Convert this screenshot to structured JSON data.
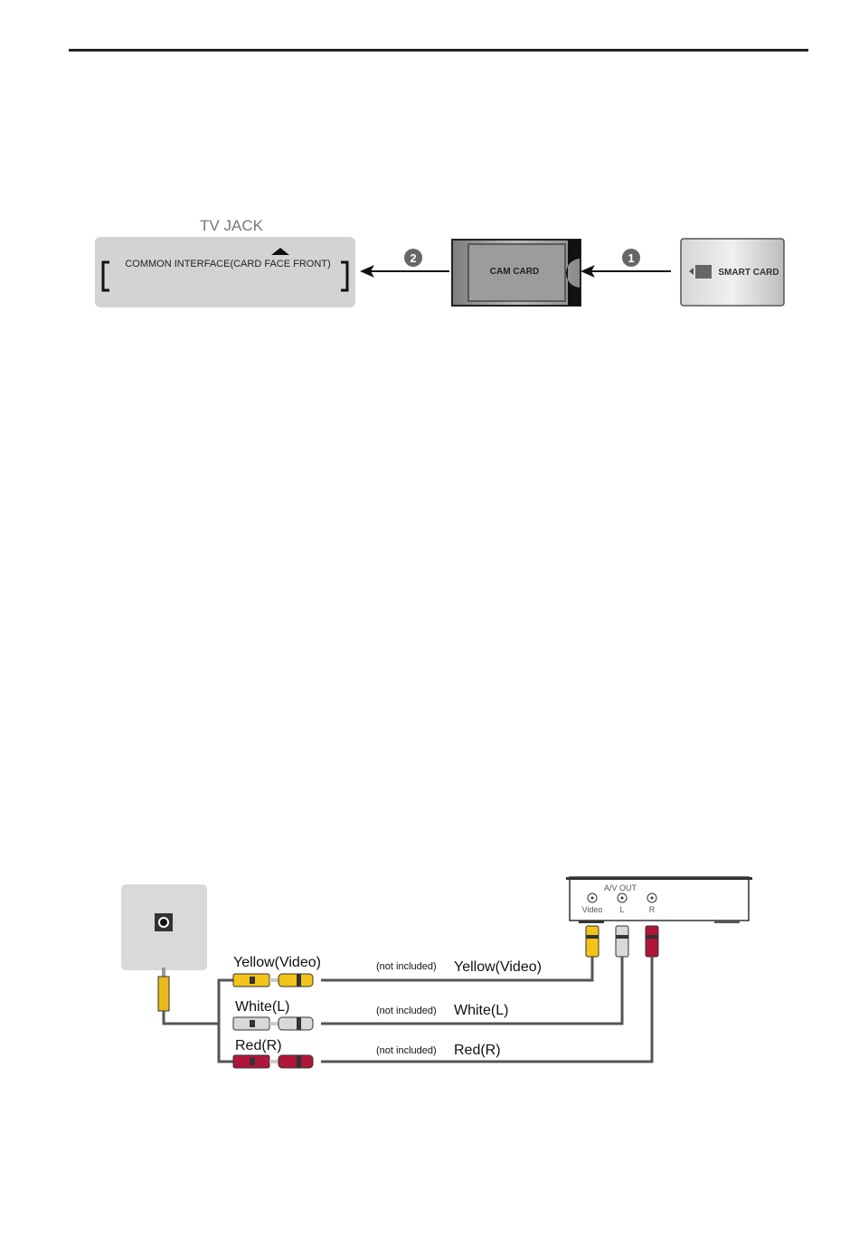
{
  "cam_diagram": {
    "tv_jack_title": "TV JACK",
    "slot_label": "COMMON INTERFACE(CARD FACE FRONT)",
    "step_2": "2",
    "step_1": "1",
    "cam_card_label": "CAM CARD",
    "smart_card_label": "SMART CARD"
  },
  "av_diagram": {
    "device_port_label": "A/V OUT",
    "port_labels": [
      "Video",
      "L",
      "R"
    ],
    "cables": [
      {
        "left_label": "Yellow(Video)",
        "note": "(not included)",
        "right_label": "Yellow(Video)",
        "color": "#f2c418"
      },
      {
        "left_label": "White(L)",
        "note": "(not included)",
        "right_label": "White(L)",
        "color": "#d9d9d9"
      },
      {
        "left_label": "Red(R)",
        "note": "(not included)",
        "right_label": "Red(R)",
        "color": "#b0153a"
      }
    ]
  }
}
